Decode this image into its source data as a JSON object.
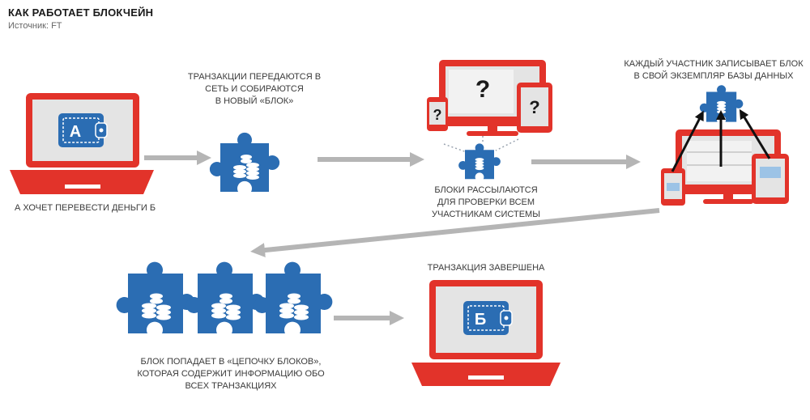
{
  "header": {
    "title": "КАК РАБОТАЕТ БЛОКЧЕЙН",
    "source": "Источник: FT"
  },
  "steps": {
    "sender": {
      "caption": "А ХОЧЕТ ПЕРЕВЕСТИ ДЕНЬГИ Б",
      "wallet_letter": "А"
    },
    "block": {
      "caption_lines": [
        "ТРАНЗАКЦИИ ПЕРЕДАЮТСЯ В",
        "СЕТЬ И СОБИРАЮТСЯ",
        "В НОВЫЙ «БЛОК»"
      ]
    },
    "broadcast": {
      "caption_lines": [
        "БЛОКИ РАССЫЛАЮТСЯ",
        "ДЛЯ ПРОВЕРКИ ВСЕМ",
        "УЧАСТНИКАМ СИСТЕМЫ"
      ],
      "question_mark": "?"
    },
    "record": {
      "caption_lines": [
        "КАЖДЫЙ УЧАСТНИК ЗАПИСЫВАЕТ БЛОК",
        "В СВОЙ ЭКЗЕМПЛЯР БАЗЫ ДАННЫХ"
      ]
    },
    "chain": {
      "caption_lines": [
        "БЛОК ПОПАДАЕТ В «ЦЕПОЧКУ БЛОКОВ»,",
        "КОТОРАЯ СОДЕРЖИТ ИНФОРМАЦИЮ ОБО",
        "ВСЕХ ТРАНЗАКЦИЯХ"
      ]
    },
    "done": {
      "caption": "ТРАНЗАКЦИЯ ЗАВЕРШЕНА",
      "wallet_letter": "Б"
    }
  },
  "colors": {
    "red": "#e2332a",
    "blue": "#2b6db3",
    "gray_arrow": "#b5b5b5",
    "screen": "#e4e4e4"
  }
}
